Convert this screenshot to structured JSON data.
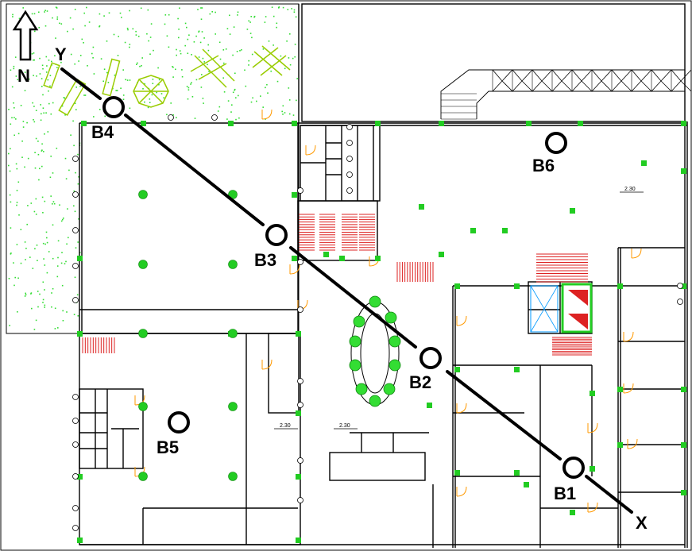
{
  "north_label": "N",
  "axis": {
    "start_label": "Y",
    "end_label": "X"
  },
  "boreholes": [
    {
      "id": "B1"
    },
    {
      "id": "B2"
    },
    {
      "id": "B3"
    },
    {
      "id": "B4"
    },
    {
      "id": "B5"
    },
    {
      "id": "B6"
    }
  ],
  "level_marks": [
    "2.30",
    "2.30",
    "2.30"
  ],
  "colors": {
    "walls": "#000000",
    "columns": "#22cc22",
    "vegetation": "#33dd33",
    "stairs": "#dd2222",
    "doors": "#ff9900",
    "elevator": "#0099ff",
    "section_line": "#000000"
  }
}
